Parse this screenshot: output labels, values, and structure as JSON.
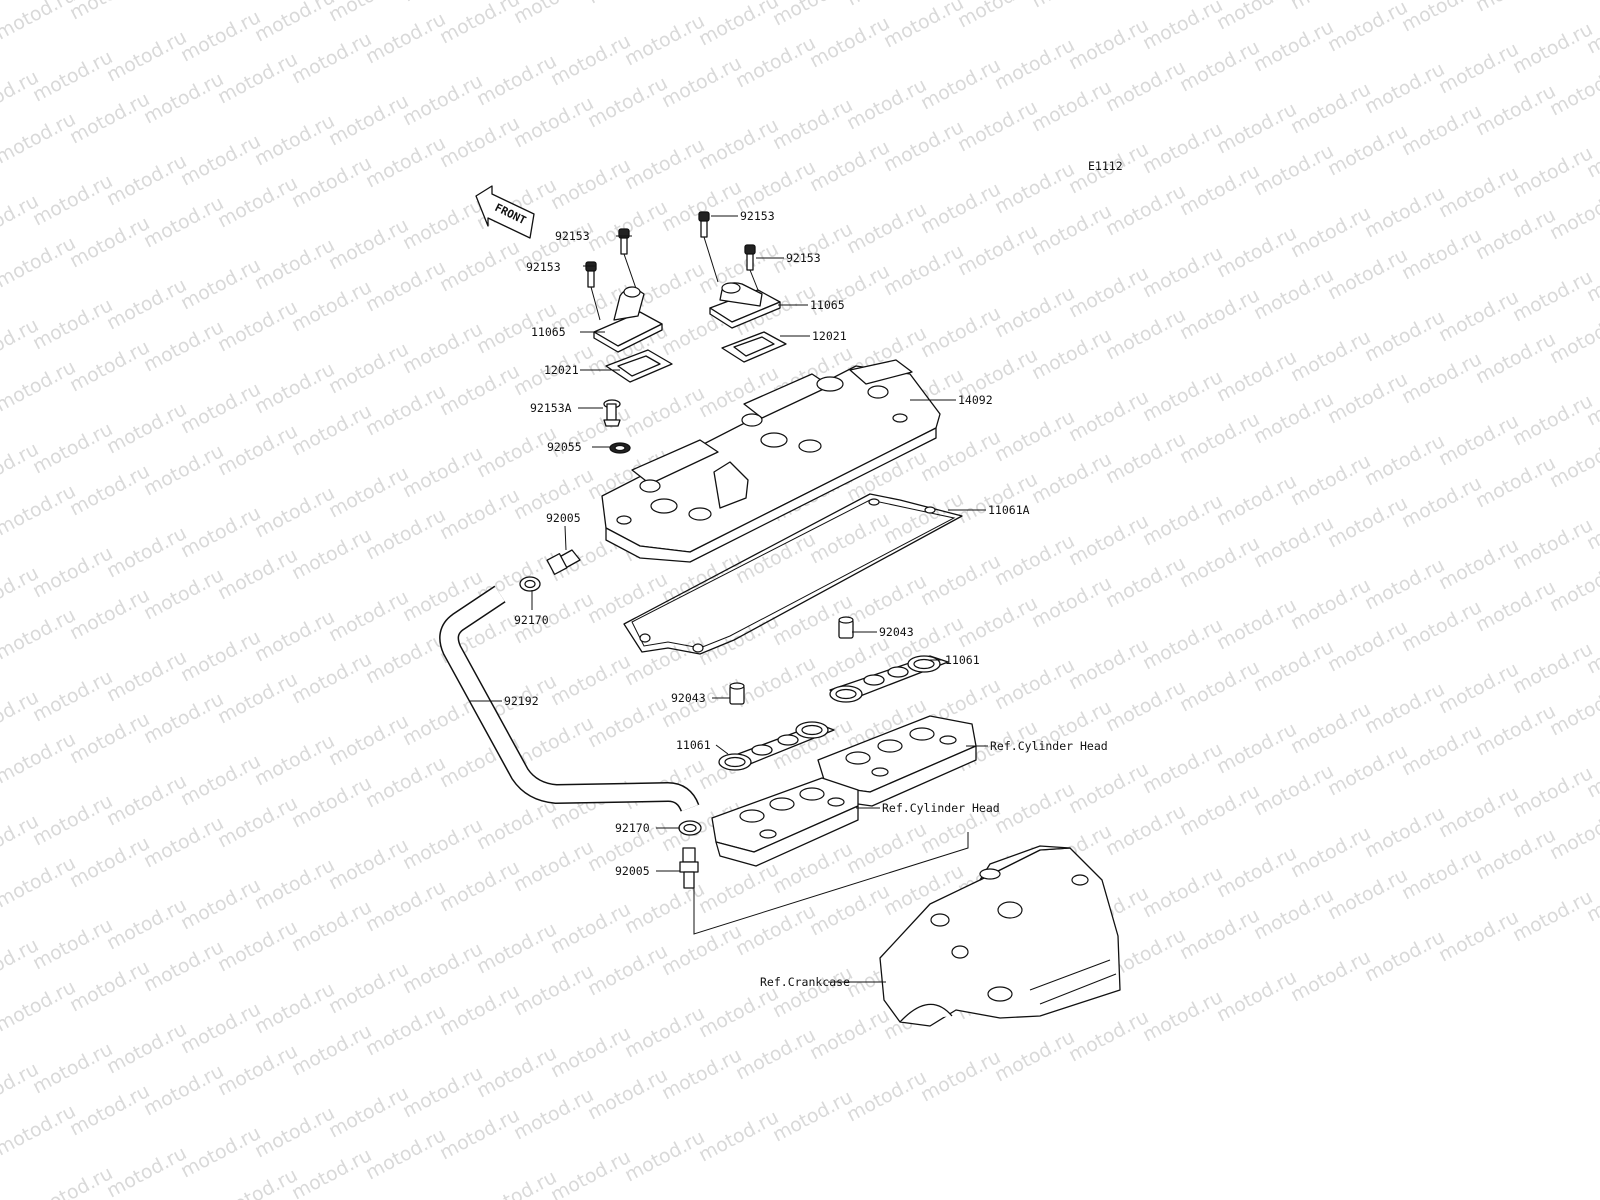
{
  "diagram": {
    "code": "E1112",
    "watermark_text": "motod.ru",
    "front_label": "FRONT",
    "callouts": {
      "bolt_92153_a": "92153",
      "bolt_92153_b": "92153",
      "bolt_92153_c": "92153",
      "bolt_92153_d": "92153",
      "cover_11065_left": "11065",
      "cover_11065_right": "11065",
      "reed_12021_left": "12021",
      "reed_12021_right": "12021",
      "bolt_92153a": "92153A",
      "washer_92055": "92055",
      "cyl_head_cover": "14092",
      "fitting_92005_upper": "92005",
      "gasket_11061a": "11061A",
      "clamp_92170_upper": "92170",
      "dowel_92043_right": "92043",
      "gasket_11061_right": "11061",
      "dowel_92043_left": "92043",
      "hose_92192": "92192",
      "gasket_11061_left": "11061",
      "ref_cyl_head_right": "Ref.Cylinder Head",
      "ref_cyl_head_left": "Ref.Cylinder Head",
      "clamp_92170_lower": "92170",
      "fitting_92005_lower": "92005",
      "ref_crankcase": "Ref.Crankcase"
    }
  }
}
